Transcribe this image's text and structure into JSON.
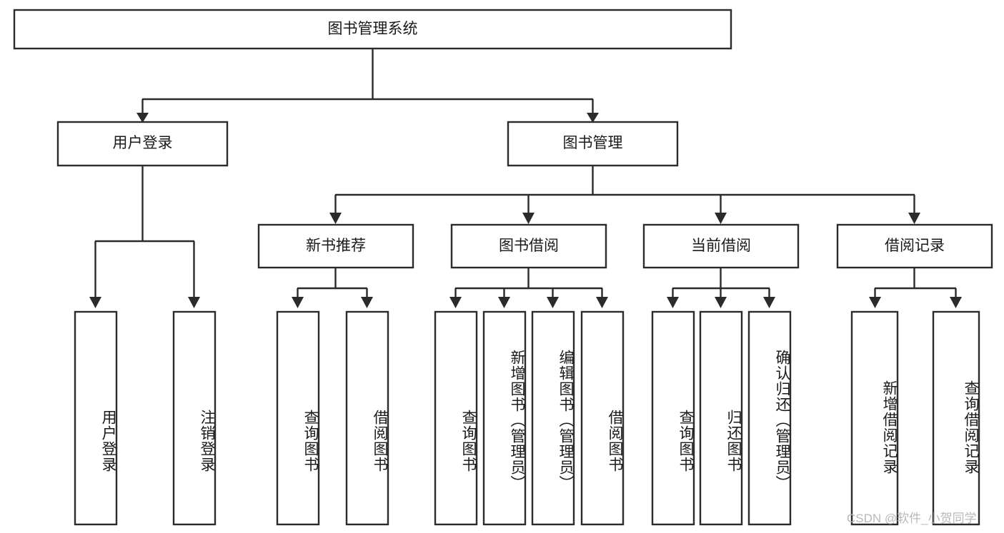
{
  "diagram": {
    "type": "tree-hierarchy",
    "title": "图书管理系统",
    "root": {
      "id": "root",
      "label": "图书管理系统"
    },
    "level2": [
      {
        "id": "user-login",
        "label": "用户登录"
      },
      {
        "id": "book-manage",
        "label": "图书管理"
      }
    ],
    "level3": [
      {
        "id": "new-book-recommend",
        "label": "新书推荐",
        "parent": "book-manage"
      },
      {
        "id": "book-borrow",
        "label": "图书借阅",
        "parent": "book-manage"
      },
      {
        "id": "current-borrow",
        "label": "当前借阅",
        "parent": "book-manage"
      },
      {
        "id": "borrow-record",
        "label": "借阅记录",
        "parent": "book-manage"
      }
    ],
    "leaves": {
      "user-login": [
        {
          "id": "leaf-user-login",
          "label": "用户登录"
        },
        {
          "id": "leaf-user-logout",
          "label": "注销登录"
        }
      ],
      "new-book-recommend": [
        {
          "id": "leaf-query-book-1",
          "label": "查询图书"
        },
        {
          "id": "leaf-borrow-book-1",
          "label": "借阅图书"
        }
      ],
      "book-borrow": [
        {
          "id": "leaf-query-book-2",
          "label": "查询图书"
        },
        {
          "id": "leaf-add-book",
          "label": "新增图书（管理员）"
        },
        {
          "id": "leaf-edit-book",
          "label": "编辑图书（管理员）"
        },
        {
          "id": "leaf-borrow-book-2",
          "label": "借阅图书"
        }
      ],
      "current-borrow": [
        {
          "id": "leaf-query-book-3",
          "label": "查询图书"
        },
        {
          "id": "leaf-return-book",
          "label": "归还图书"
        },
        {
          "id": "leaf-confirm-return",
          "label": "确认归还（管理员）"
        }
      ],
      "borrow-record": [
        {
          "id": "leaf-add-record",
          "label": "新增借阅记录"
        },
        {
          "id": "leaf-query-record",
          "label": "查询借阅记录"
        }
      ]
    },
    "watermark": "CSDN @软件_小贺同学",
    "colors": {
      "stroke": "#2b2b2b",
      "fill": "#ffffff",
      "text": "#1a1a1a",
      "watermark": "#b9b9b9",
      "background": "#ffffff"
    }
  }
}
